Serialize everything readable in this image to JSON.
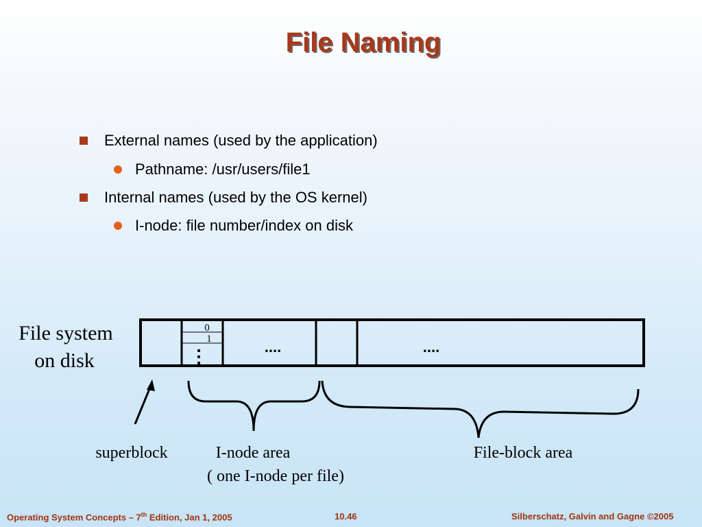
{
  "title": "File Naming",
  "bullets": [
    {
      "level": 1,
      "text": "External names (used by the application)"
    },
    {
      "level": 2,
      "text": "Pathname:  /usr/users/file1"
    },
    {
      "level": 1,
      "text": "Internal names (used by the OS kernel)"
    },
    {
      "level": 2,
      "text": "I-node: file number/index on disk"
    }
  ],
  "diagram": {
    "left_label_line1": "File system",
    "left_label_line2": "on disk",
    "inode_index_0": "0",
    "inode_index_1": "1",
    "inode_ellipsis": "⋮",
    "inode_area_dots": "....",
    "block_area_dots": "....",
    "superblock_label": "superblock",
    "inode_area_label": "I-node area",
    "inode_area_sublabel": "( one I-node per file)",
    "fileblock_area_label": "File-block area"
  },
  "footer": {
    "left_prefix": "Operating System Concepts – 7",
    "left_sup": "th",
    "left_suffix": " Edition, Jan 1, 2005",
    "center": "10.46",
    "right": "Silberschatz, Galvin and Gagne ©2005"
  },
  "colors": {
    "title": "#a8381a",
    "bullet_square": "#a83a1c",
    "bullet_dot": "#e4601f",
    "footer": "#a0340e"
  }
}
